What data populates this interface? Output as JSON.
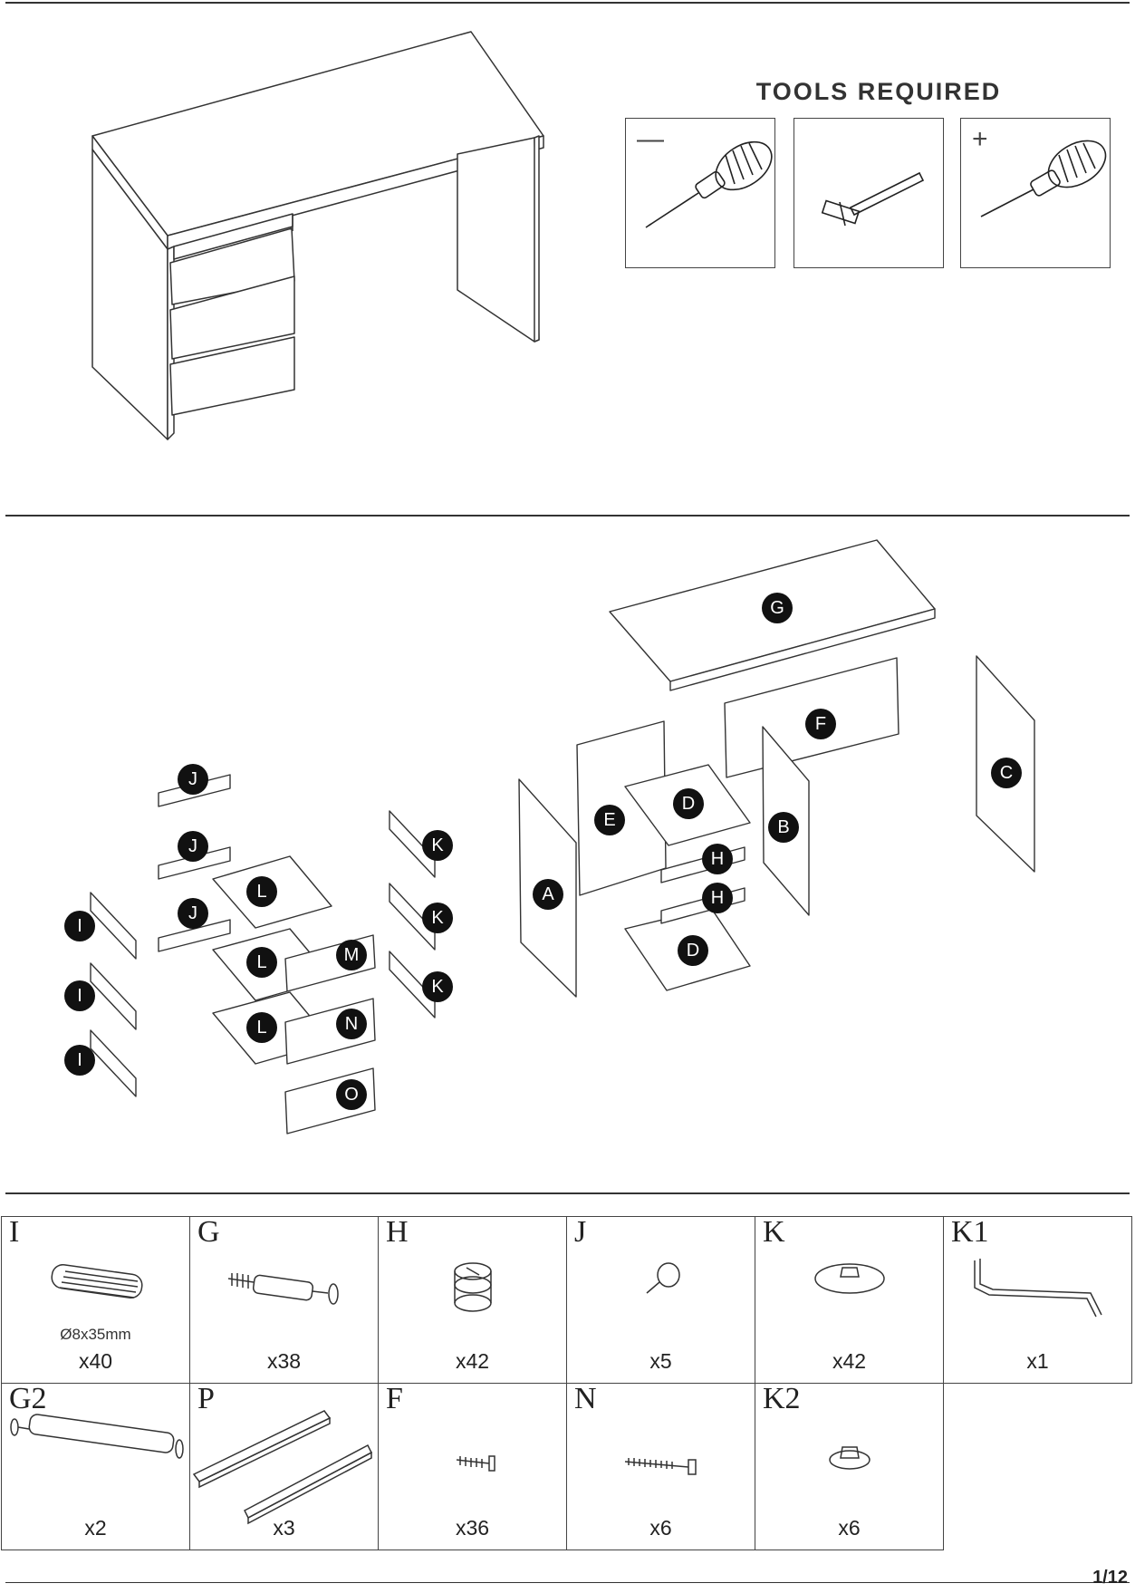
{
  "tools": {
    "title": "TOOLS REQUIRED",
    "items": [
      {
        "name": "flat-screwdriver",
        "sign": "—"
      },
      {
        "name": "hammer",
        "sign": ""
      },
      {
        "name": "phillips-screwdriver",
        "sign": "+"
      }
    ]
  },
  "parts_labels": [
    "G",
    "F",
    "C",
    "D",
    "E",
    "B",
    "A",
    "H",
    "H",
    "D",
    "J",
    "J",
    "J",
    "I",
    "I",
    "I",
    "L",
    "L",
    "L",
    "M",
    "N",
    "O",
    "K",
    "K",
    "K"
  ],
  "hardware": [
    {
      "letter": "I",
      "qty": "x40",
      "note": "Ø8x35mm",
      "icon": "wooden-dowel-icon"
    },
    {
      "letter": "G",
      "qty": "x38",
      "note": "",
      "icon": "cam-bolt-icon"
    },
    {
      "letter": "H",
      "qty": "x42",
      "note": "",
      "icon": "cam-lock-icon"
    },
    {
      "letter": "J",
      "qty": "x5",
      "note": "",
      "icon": "nail-icon"
    },
    {
      "letter": "K",
      "qty": "x42",
      "note": "",
      "icon": "cover-cap-icon"
    },
    {
      "letter": "K1",
      "qty": "x1",
      "note": "",
      "icon": "allen-key-icon"
    },
    {
      "letter": "G2",
      "qty": "x2",
      "note": "",
      "icon": "long-cam-bolt-icon"
    },
    {
      "letter": "P",
      "qty": "x3",
      "note": "",
      "icon": "drawer-slide-icon"
    },
    {
      "letter": "F",
      "qty": "x36",
      "note": "",
      "icon": "screw-icon"
    },
    {
      "letter": "N",
      "qty": "x6",
      "note": "",
      "icon": "long-screw-icon"
    },
    {
      "letter": "K2",
      "qty": "x6",
      "note": "",
      "icon": "small-cap-icon"
    }
  ],
  "page": "1/12"
}
